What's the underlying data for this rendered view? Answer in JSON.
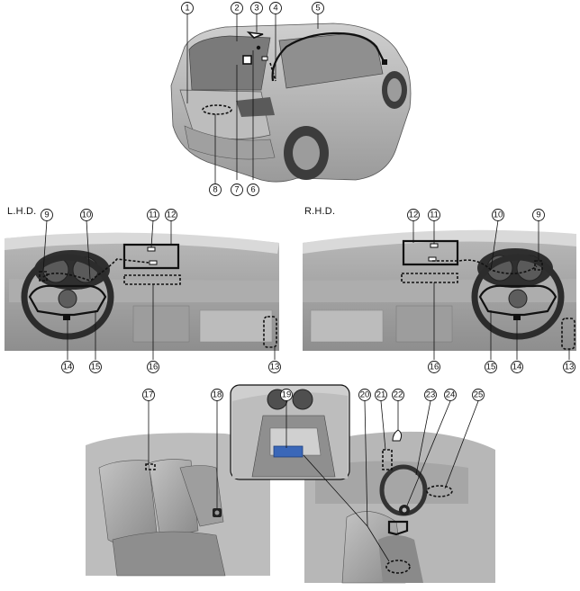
{
  "panels": {
    "lhd_label": "L.H.D.",
    "rhd_label": "R.H.D."
  },
  "callouts": {
    "c1": "1",
    "c2": "2",
    "c3": "3",
    "c4": "4",
    "c5": "5",
    "c6": "6",
    "c7": "7",
    "c8": "8",
    "c9": "9",
    "c10": "10",
    "c11": "11",
    "c12": "12",
    "c13": "13",
    "c14": "14",
    "c15": "15",
    "c16": "16",
    "c17": "17",
    "c18": "18",
    "c19": "19",
    "c20": "20",
    "c21": "21",
    "c22": "22",
    "c23": "23",
    "c24": "24",
    "c25": "25"
  },
  "colors": {
    "line": "#111111",
    "paint_light": "#d4d4d4",
    "paint_mid": "#a8a8a8",
    "paint_dark": "#6e6e6e",
    "highlight_blue": "#3a67b8"
  }
}
